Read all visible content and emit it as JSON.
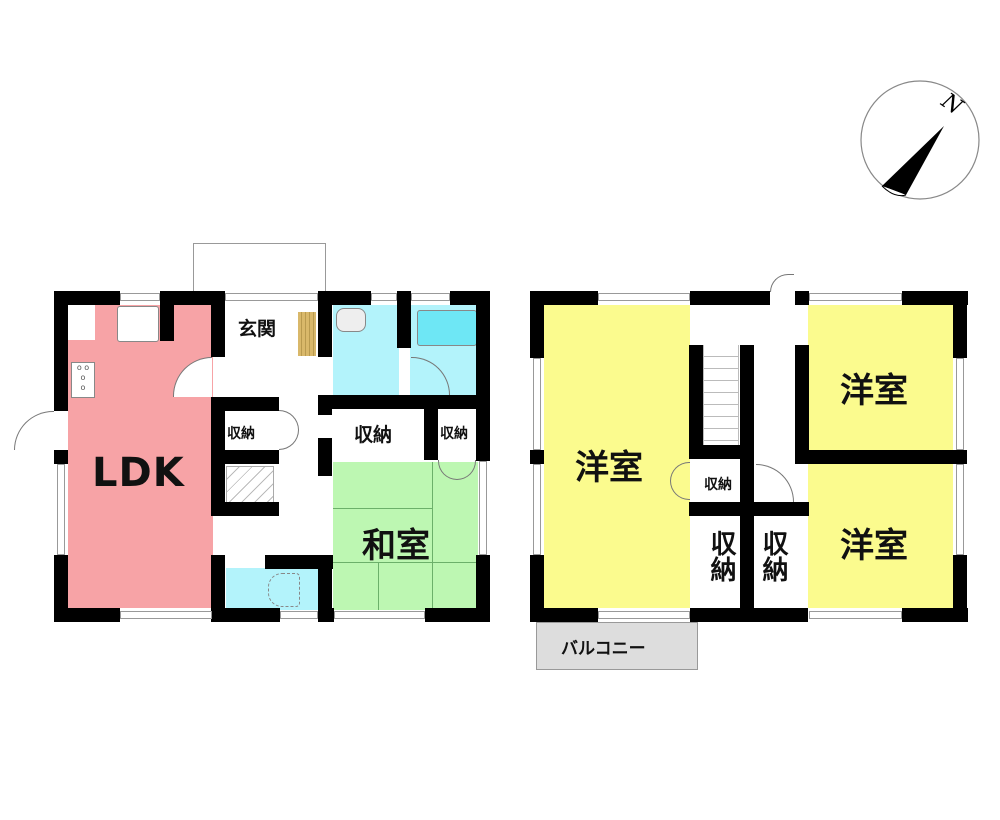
{
  "compass": {
    "north_label": "N",
    "icon": "north-arrow-icon"
  },
  "colors": {
    "ldk": "#f7a3a6",
    "bath": "#b3f3fb",
    "washroom": "#b3f3fb",
    "toilet": "#b3f3fb",
    "washitsu": "#bdf7b2",
    "youshitsu": "#fbfb8e",
    "genkan_step": "#d9b86a",
    "balcony": "#dddddd",
    "wall": "#000000"
  },
  "floor1": {
    "ldk": {
      "label": "LDK"
    },
    "genkan": {
      "label": "玄関"
    },
    "storage_hall": {
      "label": "収納"
    },
    "storage_washitsu_1": {
      "label": "収納"
    },
    "storage_washitsu_2": {
      "label": "収納"
    },
    "washitsu": {
      "label": "和室"
    }
  },
  "floor2": {
    "youshitsu_west": {
      "label": "洋室"
    },
    "youshitsu_ne": {
      "label": "洋室"
    },
    "youshitsu_se": {
      "label": "洋室"
    },
    "storage_hall": {
      "label": "収納"
    },
    "storage_south_1": {
      "label": "収納"
    },
    "storage_south_2": {
      "label": "収納"
    },
    "balcony": {
      "label": "バルコニー"
    }
  }
}
